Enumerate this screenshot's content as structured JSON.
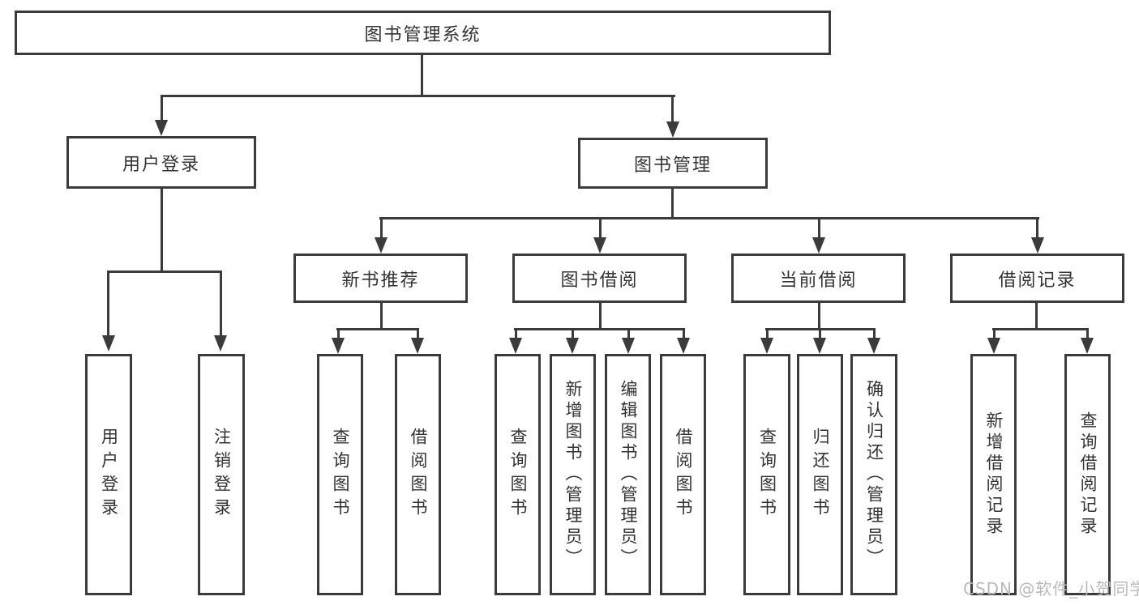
{
  "page": {
    "watermark": "CSDN @软件_小贺同学"
  },
  "colors": {
    "line": "#3b3b3b",
    "text": "#333333",
    "watermark": "#b9b9b9",
    "background": "#ffffff"
  },
  "diagram": {
    "root": {
      "label": "图书管理系统"
    },
    "branches": [
      {
        "label": "用户登录",
        "children": [
          {
            "label": "用户登录"
          },
          {
            "label": "注销登录"
          }
        ]
      },
      {
        "label": "图书管理",
        "children": [
          {
            "label": "新书推荐",
            "children": [
              {
                "label": "查询图书"
              },
              {
                "label": "借阅图书"
              }
            ]
          },
          {
            "label": "图书借阅",
            "children": [
              {
                "label": "查询图书"
              },
              {
                "label": "新增图书（管理员）"
              },
              {
                "label": "编辑图书（管理员）"
              },
              {
                "label": "借阅图书"
              }
            ]
          },
          {
            "label": "当前借阅",
            "children": [
              {
                "label": "查询图书"
              },
              {
                "label": "归还图书"
              },
              {
                "label": "确认归还（管理员）"
              }
            ]
          },
          {
            "label": "借阅记录",
            "children": [
              {
                "label": "新增借阅记录"
              },
              {
                "label": "查询借阅记录"
              }
            ]
          }
        ]
      }
    ]
  }
}
